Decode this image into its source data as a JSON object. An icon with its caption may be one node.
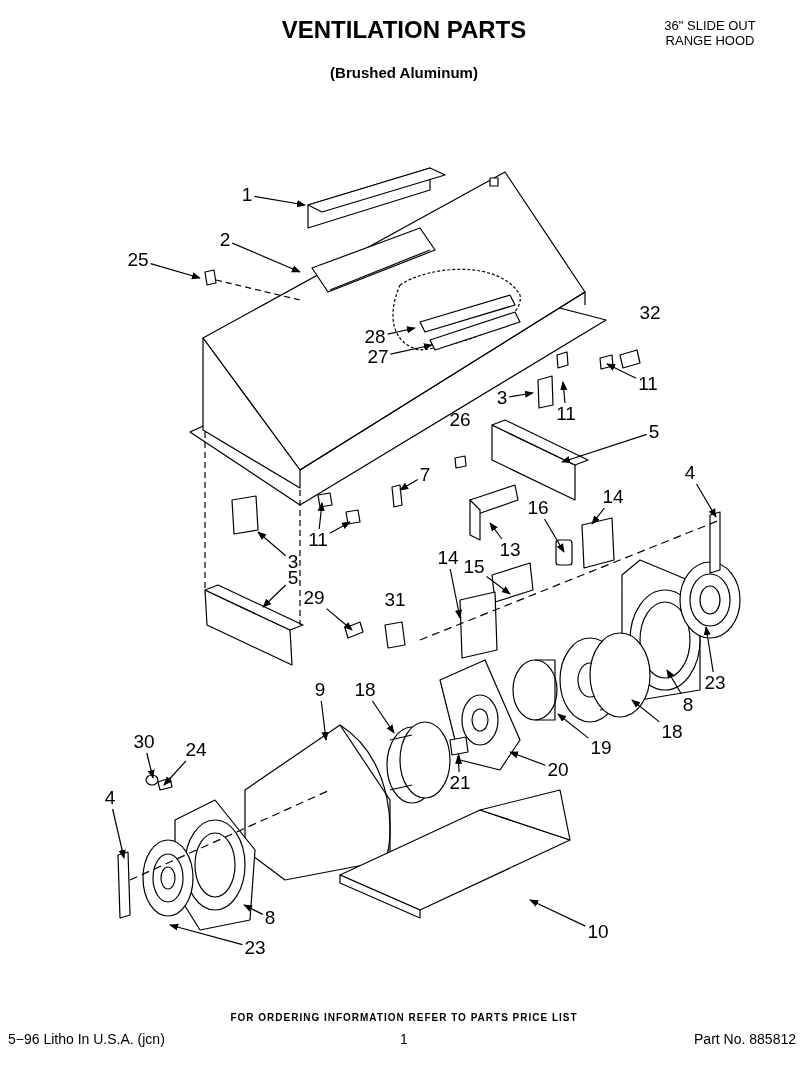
{
  "diagram": {
    "title": "VENTILATION PARTS",
    "nodes": [
      {
        "text": [
          "1"
        ]
      },
      {
        "text": [
          "2"
        ]
      },
      {
        "text": [
          "25"
        ]
      },
      {
        "text": [
          "28"
        ]
      },
      {
        "text": [
          "27"
        ]
      },
      {
        "text": [
          "3"
        ]
      },
      {
        "text": [
          "11"
        ]
      },
      {
        "text": [
          "11"
        ]
      },
      {
        "text": [
          "5"
        ]
      },
      {
        "text": [
          "7"
        ]
      },
      {
        "text": [
          "4"
        ]
      },
      {
        "text": [
          "14"
        ]
      },
      {
        "text": [
          "11"
        ]
      },
      {
        "text": [
          "3"
        ]
      },
      {
        "text": [
          "13"
        ]
      },
      {
        "text": [
          "16"
        ]
      },
      {
        "text": [
          "15"
        ]
      },
      {
        "text": [
          "14"
        ]
      },
      {
        "text": [
          "5"
        ]
      },
      {
        "text": [
          "29"
        ]
      },
      {
        "text": [
          "9"
        ]
      },
      {
        "text": [
          "18"
        ]
      },
      {
        "text": [
          "23"
        ]
      },
      {
        "text": [
          "8"
        ]
      },
      {
        "text": [
          "18"
        ]
      },
      {
        "text": [
          "19"
        ]
      },
      {
        "text": [
          "20"
        ]
      },
      {
        "text": [
          "21"
        ]
      },
      {
        "text": [
          "30"
        ]
      },
      {
        "text": [
          "24"
        ]
      },
      {
        "text": [
          "4"
        ]
      },
      {
        "text": [
          "8"
        ]
      },
      {
        "text": [
          "23"
        ]
      },
      {
        "text": [
          "10"
        ]
      }
    ],
    "edges": [
      {
        "from": 0,
        "to": null,
        "arrow": "to"
      },
      {
        "from": 1,
        "to": null,
        "arrow": "to"
      },
      {
        "from": 2,
        "to": null,
        "arrow": "to"
      },
      {
        "from": 3,
        "to": null,
        "arrow": "to"
      },
      {
        "from": 4,
        "to": null,
        "arrow": "to"
      },
      {
        "from": 5,
        "to": null,
        "arrow": "to"
      },
      {
        "from": 6,
        "to": null,
        "arrow": "to"
      },
      {
        "from": 7,
        "to": null,
        "arrow": "to"
      },
      {
        "from": 8,
        "to": null,
        "arrow": "to"
      },
      {
        "from": 9,
        "to": null,
        "arrow": "to"
      },
      {
        "from": 10,
        "to": null,
        "arrow": "to"
      },
      {
        "from": 11,
        "to": null,
        "arrow": "to"
      },
      {
        "from": 12,
        "to": null,
        "arrow": "to"
      },
      {
        "from": 13,
        "to": null,
        "arrow": "to"
      },
      {
        "from": 14,
        "to": null,
        "arrow": "to"
      },
      {
        "from": 15,
        "to": null,
        "arrow": "to"
      },
      {
        "from": 16,
        "to": null,
        "arrow": "to"
      },
      {
        "from": 17,
        "to": null,
        "arrow": "to"
      },
      {
        "from": 18,
        "to": null,
        "arrow": "to"
      },
      {
        "from": 19,
        "to": null,
        "arrow": "to"
      },
      {
        "from": 20,
        "to": null,
        "arrow": "to"
      },
      {
        "from": 21,
        "to": null,
        "arrow": "to"
      },
      {
        "from": 22,
        "to": null,
        "arrow": "to"
      },
      {
        "from": 23,
        "to": null,
        "arrow": "to"
      },
      {
        "from": 24,
        "to": null,
        "arrow": "to"
      },
      {
        "from": 25,
        "to": null,
        "arrow": "to"
      },
      {
        "from": 26,
        "to": null,
        "arrow": "to"
      },
      {
        "from": 27,
        "to": null,
        "arrow": "to"
      },
      {
        "from": 28,
        "to": null,
        "arrow": "to"
      },
      {
        "from": 29,
        "to": null,
        "arrow": "to"
      },
      {
        "from": 30,
        "to": null,
        "arrow": "to"
      },
      {
        "from": 31,
        "to": null,
        "arrow": "to"
      },
      {
        "from": 32,
        "to": null,
        "arrow": "to"
      },
      {
        "from": 33,
        "to": null,
        "arrow": "to"
      },
      {
        "from": 12,
        "to": null,
        "arrow": "to"
      }
    ],
    "labels": [
      "(Brushed Aluminum)",
      "36\" SLIDE OUT RANGE HOOD",
      "26",
      "32",
      "31",
      "FOR ORDERING INFORMATION REFER TO PARTS PRICE LIST",
      "5−96 Litho In U.S.A. (jcn)",
      "1",
      "Part No. 885812"
    ]
  }
}
